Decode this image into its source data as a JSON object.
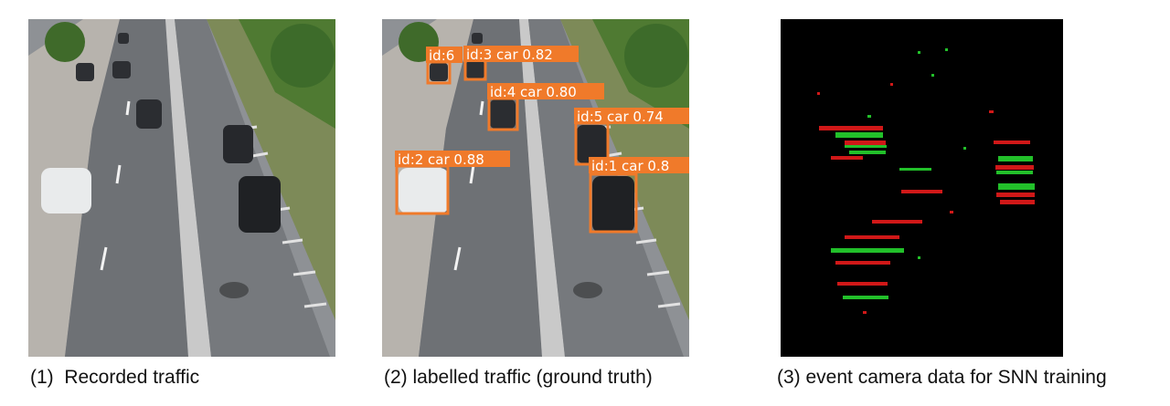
{
  "panels": [
    {
      "id": "recorded",
      "caption": "(1)  Recorded traffic"
    },
    {
      "id": "labelled",
      "caption": "(2) labelled traffic (ground truth)",
      "detections": [
        {
          "label": "id:6"
        },
        {
          "label": "id:3  car  0.82"
        },
        {
          "label": "id:4  car  0.80"
        },
        {
          "label": "id:5  car  0.74"
        },
        {
          "label": "id:2  car  0.88"
        },
        {
          "label": "id:1  car  0.8"
        }
      ],
      "box_color": "#f07a2a"
    },
    {
      "id": "event",
      "caption": "(3) event camera data for SNN training",
      "event_colors": {
        "positive": "#22c02a",
        "negative": "#d01818",
        "background": "#000000"
      }
    }
  ]
}
